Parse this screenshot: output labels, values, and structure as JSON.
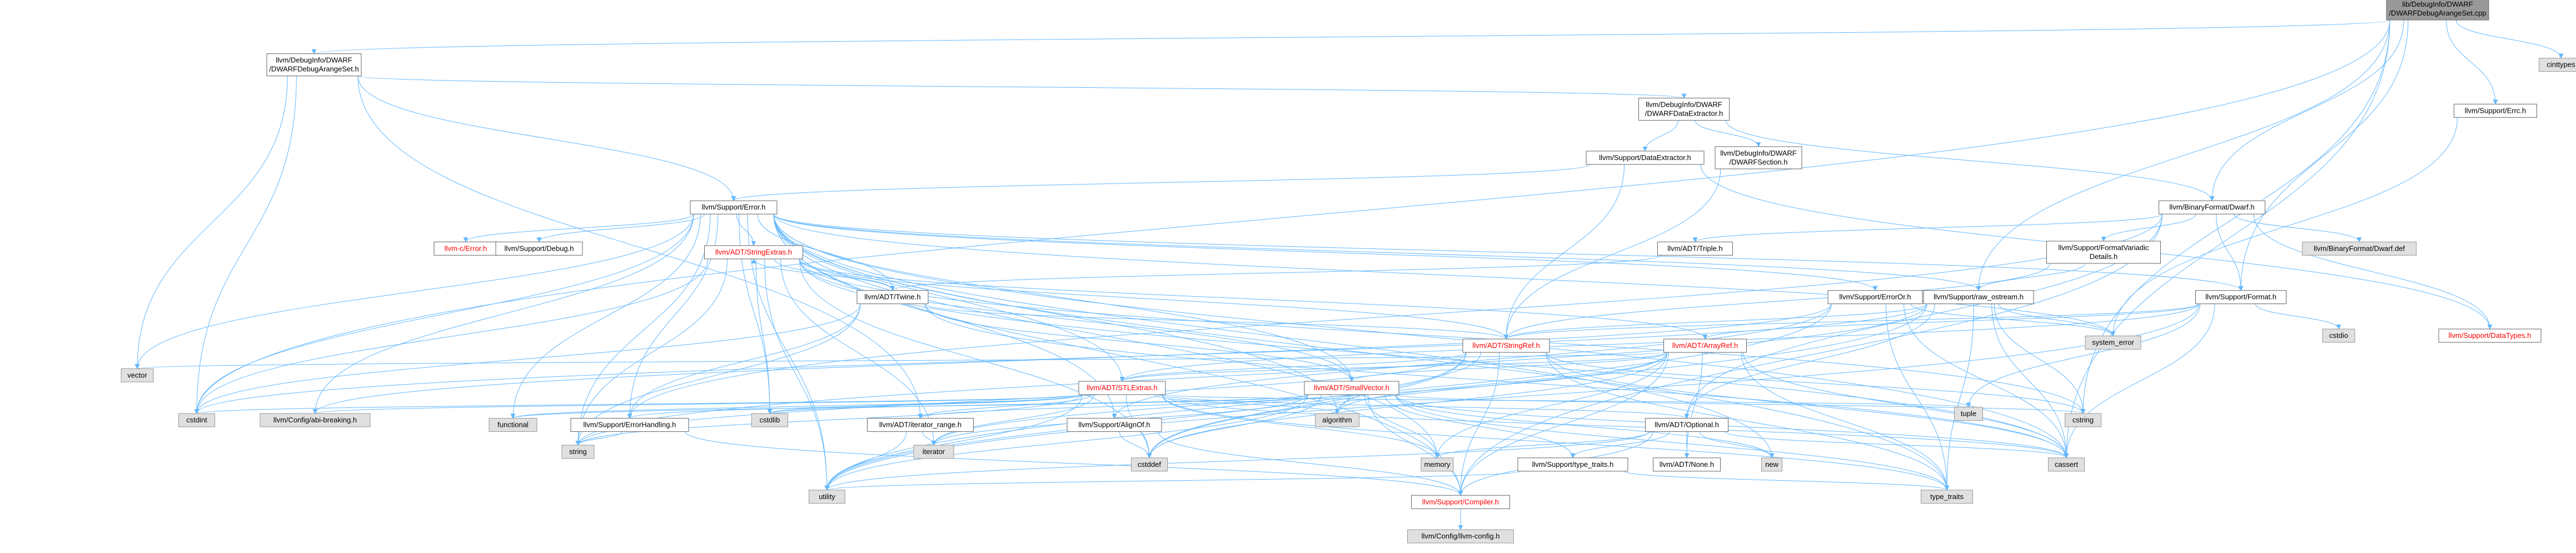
{
  "colors": {
    "edge": "#63b8ff",
    "doc_fill": "#ffffff",
    "doc_stroke": "#666666",
    "sys_fill": "#e0e0e0",
    "sys_stroke": "#999999",
    "root_fill": "#999999",
    "root_stroke": "#666666",
    "incomplete_text": "#ff0000"
  },
  "nodes": [
    {
      "id": "root",
      "kind": "root",
      "lines": [
        "lib/DebugInfo/DWARF",
        "/DWARFDebugArangeSet.cpp"
      ]
    },
    {
      "id": "arangeset",
      "kind": "doc",
      "lines": [
        "llvm/DebugInfo/DWARF",
        "/DWARFDebugArangeSet.h"
      ]
    },
    {
      "id": "cinttypes",
      "kind": "sys",
      "lines": [
        "cinttypes"
      ]
    },
    {
      "id": "errc",
      "kind": "doc",
      "lines": [
        "llvm/Support/Errc.h"
      ]
    },
    {
      "id": "dataextractor_dwarf",
      "kind": "doc",
      "lines": [
        "llvm/DebugInfo/DWARF",
        "/DWARFDataExtractor.h"
      ]
    },
    {
      "id": "dataextractor",
      "kind": "doc",
      "lines": [
        "llvm/Support/DataExtractor.h"
      ]
    },
    {
      "id": "dwarfsection",
      "kind": "doc",
      "lines": [
        "llvm/DebugInfo/DWARF",
        "/DWARFSection.h"
      ]
    },
    {
      "id": "error",
      "kind": "doc",
      "lines": [
        "llvm/Support/Error.h"
      ]
    },
    {
      "id": "dwarf",
      "kind": "doc",
      "lines": [
        "llvm/BinaryFormat/Dwarf.h"
      ]
    },
    {
      "id": "cerror",
      "kind": "doc",
      "red": true,
      "lines": [
        "llvm-c/Error.h"
      ]
    },
    {
      "id": "debug",
      "kind": "doc",
      "lines": [
        "llvm/Support/Debug.h"
      ]
    },
    {
      "id": "stringextras",
      "kind": "doc",
      "red": true,
      "lines": [
        "llvm/ADT/StringExtras.h"
      ]
    },
    {
      "id": "triple",
      "kind": "doc",
      "lines": [
        "llvm/ADT/Triple.h"
      ]
    },
    {
      "id": "formatvariadic",
      "kind": "doc",
      "lines": [
        "llvm/Support/FormatVariadic",
        "Details.h"
      ]
    },
    {
      "id": "dwarfdef",
      "kind": "sys",
      "lines": [
        "llvm/BinaryFormat/Dwarf.def"
      ]
    },
    {
      "id": "twine",
      "kind": "doc",
      "lines": [
        "llvm/ADT/Twine.h"
      ]
    },
    {
      "id": "erroror",
      "kind": "doc",
      "lines": [
        "llvm/Support/ErrorOr.h"
      ]
    },
    {
      "id": "rawostream",
      "kind": "doc",
      "lines": [
        "llvm/Support/raw_ostream.h"
      ]
    },
    {
      "id": "format",
      "kind": "doc",
      "lines": [
        "llvm/Support/Format.h"
      ]
    },
    {
      "id": "cstdio",
      "kind": "sys",
      "lines": [
        "cstdio"
      ]
    },
    {
      "id": "datatypes",
      "kind": "doc",
      "red": true,
      "lines": [
        "llvm/Support/DataTypes.h"
      ]
    },
    {
      "id": "vector",
      "kind": "sys",
      "lines": [
        "vector"
      ]
    },
    {
      "id": "stringref",
      "kind": "doc",
      "red": true,
      "lines": [
        "llvm/ADT/StringRef.h"
      ]
    },
    {
      "id": "arrayref",
      "kind": "doc",
      "red": true,
      "lines": [
        "llvm/ADT/ArrayRef.h"
      ]
    },
    {
      "id": "systemerror",
      "kind": "sys",
      "lines": [
        "system_error"
      ]
    },
    {
      "id": "stlextras",
      "kind": "doc",
      "red": true,
      "lines": [
        "llvm/ADT/STLExtras.h"
      ]
    },
    {
      "id": "smallvector",
      "kind": "doc",
      "red": true,
      "lines": [
        "llvm/ADT/SmallVector.h"
      ]
    },
    {
      "id": "cstdint",
      "kind": "sys",
      "lines": [
        "cstdint"
      ]
    },
    {
      "id": "abibreaking",
      "kind": "sys",
      "lines": [
        "llvm/Config/abi-breaking.h"
      ]
    },
    {
      "id": "functional",
      "kind": "sys",
      "lines": [
        "functional"
      ]
    },
    {
      "id": "errorhandling",
      "kind": "doc",
      "lines": [
        "llvm/Support/ErrorHandling.h"
      ]
    },
    {
      "id": "cstdlib",
      "kind": "sys",
      "lines": [
        "cstdlib"
      ]
    },
    {
      "id": "iteratorrange",
      "kind": "doc",
      "lines": [
        "llvm/ADT/iterator_range.h"
      ]
    },
    {
      "id": "alignof",
      "kind": "doc",
      "lines": [
        "llvm/Support/AlignOf.h"
      ]
    },
    {
      "id": "algorithm",
      "kind": "sys",
      "lines": [
        "algorithm"
      ]
    },
    {
      "id": "optional",
      "kind": "doc",
      "lines": [
        "llvm/ADT/Optional.h"
      ]
    },
    {
      "id": "tuple",
      "kind": "sys",
      "lines": [
        "tuple"
      ]
    },
    {
      "id": "cstring",
      "kind": "sys",
      "lines": [
        "cstring"
      ]
    },
    {
      "id": "string",
      "kind": "sys",
      "lines": [
        "string"
      ]
    },
    {
      "id": "iterator",
      "kind": "sys",
      "lines": [
        "iterator"
      ]
    },
    {
      "id": "cstddef",
      "kind": "sys",
      "lines": [
        "cstddef"
      ]
    },
    {
      "id": "memory",
      "kind": "sys",
      "lines": [
        "memory"
      ]
    },
    {
      "id": "typetraitsh",
      "kind": "doc",
      "lines": [
        "llvm/Support/type_traits.h"
      ]
    },
    {
      "id": "none",
      "kind": "doc",
      "lines": [
        "llvm/ADT/None.h"
      ]
    },
    {
      "id": "new",
      "kind": "sys",
      "lines": [
        "new"
      ]
    },
    {
      "id": "cassert",
      "kind": "sys",
      "lines": [
        "cassert"
      ]
    },
    {
      "id": "utility",
      "kind": "sys",
      "lines": [
        "utility"
      ]
    },
    {
      "id": "compiler",
      "kind": "doc",
      "red": true,
      "lines": [
        "llvm/Support/Compiler.h"
      ]
    },
    {
      "id": "typetraits",
      "kind": "sys",
      "lines": [
        "type_traits"
      ]
    },
    {
      "id": "llvmconfig",
      "kind": "sys",
      "lines": [
        "llvm/Config/llvm-config.h"
      ]
    }
  ],
  "edges": [
    [
      "root",
      "arangeset"
    ],
    [
      "root",
      "cinttypes"
    ],
    [
      "root",
      "errc"
    ],
    [
      "root",
      "dwarf"
    ],
    [
      "root",
      "rawostream"
    ],
    [
      "root",
      "format"
    ],
    [
      "root",
      "cstdint"
    ],
    [
      "root",
      "cstring"
    ],
    [
      "root",
      "cassert"
    ],
    [
      "arangeset",
      "dataextractor_dwarf"
    ],
    [
      "arangeset",
      "error"
    ],
    [
      "arangeset",
      "vector"
    ],
    [
      "arangeset",
      "cstdint"
    ],
    [
      "arangeset",
      "iteratorrange"
    ],
    [
      "errc",
      "systemerror"
    ],
    [
      "dataextractor_dwarf",
      "dataextractor"
    ],
    [
      "dataextractor_dwarf",
      "dwarfsection"
    ],
    [
      "dataextractor_dwarf",
      "dwarf"
    ],
    [
      "dataextractor",
      "error"
    ],
    [
      "dataextractor",
      "stringref"
    ],
    [
      "dataextractor",
      "datatypes"
    ],
    [
      "dwarfsection",
      "stringref"
    ],
    [
      "error",
      "cerror"
    ],
    [
      "error",
      "debug"
    ],
    [
      "error",
      "stringextras"
    ],
    [
      "error",
      "twine"
    ],
    [
      "error",
      "abibreaking"
    ],
    [
      "error",
      "alignof"
    ],
    [
      "error",
      "compiler"
    ],
    [
      "error",
      "errorhandling"
    ],
    [
      "error",
      "erroror"
    ],
    [
      "error",
      "format"
    ],
    [
      "error",
      "rawostream"
    ],
    [
      "error",
      "algorithm"
    ],
    [
      "error",
      "cassert"
    ],
    [
      "error",
      "cstdint"
    ],
    [
      "error",
      "cstdlib"
    ],
    [
      "error",
      "functional"
    ],
    [
      "error",
      "memory"
    ],
    [
      "error",
      "new"
    ],
    [
      "error",
      "string"
    ],
    [
      "error",
      "systemerror"
    ],
    [
      "error",
      "typetraits"
    ],
    [
      "error",
      "utility"
    ],
    [
      "error",
      "vector"
    ],
    [
      "error",
      "smallvector"
    ],
    [
      "error",
      "stlextras"
    ],
    [
      "dwarf",
      "triple"
    ],
    [
      "dwarf",
      "formatvariadic"
    ],
    [
      "dwarf",
      "dwarfdef"
    ],
    [
      "dwarf",
      "format"
    ],
    [
      "dwarf",
      "datatypes"
    ],
    [
      "dwarf",
      "errorhandling"
    ],
    [
      "dwarf",
      "optional"
    ],
    [
      "dwarf",
      "compiler"
    ],
    [
      "stringextras",
      "arrayref"
    ],
    [
      "stringextras",
      "smallvector"
    ],
    [
      "stringextras",
      "stringref"
    ],
    [
      "stringextras",
      "twine"
    ],
    [
      "stringextras",
      "iterator"
    ],
    [
      "stringextras",
      "cassert"
    ],
    [
      "stringextras",
      "cstddef"
    ],
    [
      "stringextras",
      "cstdint"
    ],
    [
      "stringextras",
      "cstdlib"
    ],
    [
      "stringextras",
      "cstring"
    ],
    [
      "stringextras",
      "string"
    ],
    [
      "stringextras",
      "utility"
    ],
    [
      "triple",
      "twine"
    ],
    [
      "formatvariadic",
      "stringref"
    ],
    [
      "formatvariadic",
      "rawostream"
    ],
    [
      "twine",
      "smallvector"
    ],
    [
      "twine",
      "stringref"
    ],
    [
      "twine",
      "errorhandling"
    ],
    [
      "twine",
      "cassert"
    ],
    [
      "twine",
      "cstdint"
    ],
    [
      "twine",
      "string"
    ],
    [
      "twine",
      "stringextras"
    ],
    [
      "erroror",
      "abibreaking"
    ],
    [
      "erroror",
      "alignof"
    ],
    [
      "erroror",
      "cassert"
    ],
    [
      "erroror",
      "systemerror"
    ],
    [
      "erroror",
      "typetraits"
    ],
    [
      "erroror",
      "utility"
    ],
    [
      "rawostream",
      "stringref"
    ],
    [
      "rawostream",
      "optional"
    ],
    [
      "rawostream",
      "cassert"
    ],
    [
      "rawostream",
      "cstddef"
    ],
    [
      "rawostream",
      "cstdint"
    ],
    [
      "rawostream",
      "cstring"
    ],
    [
      "rawostream",
      "string"
    ],
    [
      "rawostream",
      "systemerror"
    ],
    [
      "rawostream",
      "typetraits"
    ],
    [
      "format",
      "stlextras"
    ],
    [
      "format",
      "stringref"
    ],
    [
      "format",
      "arrayref"
    ],
    [
      "format",
      "cassert"
    ],
    [
      "format",
      "cstdio"
    ],
    [
      "format",
      "tuple"
    ],
    [
      "format",
      "utility"
    ],
    [
      "stringref",
      "stlextras"
    ],
    [
      "stringref",
      "compiler"
    ],
    [
      "stringref",
      "algorithm"
    ],
    [
      "stringref",
      "cassert"
    ],
    [
      "stringref",
      "cstddef"
    ],
    [
      "stringref",
      "cstring"
    ],
    [
      "stringref",
      "limits"
    ],
    [
      "stringref",
      "string"
    ],
    [
      "stringref",
      "typetraits"
    ],
    [
      "stringref",
      "utility"
    ],
    [
      "arrayref",
      "none"
    ],
    [
      "arrayref",
      "smallvector"
    ],
    [
      "arrayref",
      "stlextras"
    ],
    [
      "arrayref",
      "compiler"
    ],
    [
      "arrayref",
      "algorithm"
    ],
    [
      "arrayref",
      "array"
    ],
    [
      "arrayref",
      "cassert"
    ],
    [
      "arrayref",
      "cstddef"
    ],
    [
      "arrayref",
      "initializer_list"
    ],
    [
      "arrayref",
      "iterator"
    ],
    [
      "arrayref",
      "memory"
    ],
    [
      "arrayref",
      "typetraits"
    ],
    [
      "arrayref",
      "vector"
    ],
    [
      "stlextras",
      "optional"
    ],
    [
      "stlextras",
      "iteratorrange"
    ],
    [
      "stlextras",
      "abibreaking"
    ],
    [
      "stlextras",
      "errorhandling"
    ],
    [
      "stlextras",
      "algorithm"
    ],
    [
      "stlextras",
      "cassert"
    ],
    [
      "stlextras",
      "cstddef"
    ],
    [
      "stlextras",
      "cstdint"
    ],
    [
      "stlextras",
      "cstdlib"
    ],
    [
      "stlextras",
      "functional"
    ],
    [
      "stlextras",
      "iterator"
    ],
    [
      "stlextras",
      "memory"
    ],
    [
      "stlextras",
      "string"
    ],
    [
      "stlextras",
      "tuple"
    ],
    [
      "stlextras",
      "typetraits"
    ],
    [
      "stlextras",
      "utility"
    ],
    [
      "smallvector",
      "iteratorrange"
    ],
    [
      "smallvector",
      "compiler"
    ],
    [
      "smallvector",
      "typetraitsh"
    ],
    [
      "smallvector",
      "algorithm"
    ],
    [
      "smallvector",
      "cassert"
    ],
    [
      "smallvector",
      "cstddef"
    ],
    [
      "smallvector",
      "cstdlib"
    ],
    [
      "smallvector",
      "cstring"
    ],
    [
      "smallvector",
      "functional"
    ],
    [
      "smallvector",
      "iterator"
    ],
    [
      "smallvector",
      "memory"
    ],
    [
      "smallvector",
      "new"
    ],
    [
      "smallvector",
      "typetraits"
    ],
    [
      "smallvector",
      "utility"
    ],
    [
      "errorhandling",
      "compiler"
    ],
    [
      "errorhandling",
      "string"
    ],
    [
      "iteratorrange",
      "utility"
    ],
    [
      "iteratorrange",
      "iterator"
    ],
    [
      "alignof",
      "compiler"
    ],
    [
      "alignof",
      "cstddef"
    ],
    [
      "optional",
      "none"
    ],
    [
      "optional",
      "compiler"
    ],
    [
      "optional",
      "typetraitsh"
    ],
    [
      "optional",
      "cassert"
    ],
    [
      "optional",
      "memory"
    ],
    [
      "optional",
      "new"
    ],
    [
      "optional",
      "utility"
    ],
    [
      "typetraitsh",
      "typetraits"
    ],
    [
      "typetraitsh",
      "utility"
    ],
    [
      "compiler",
      "llvmconfig"
    ]
  ]
}
